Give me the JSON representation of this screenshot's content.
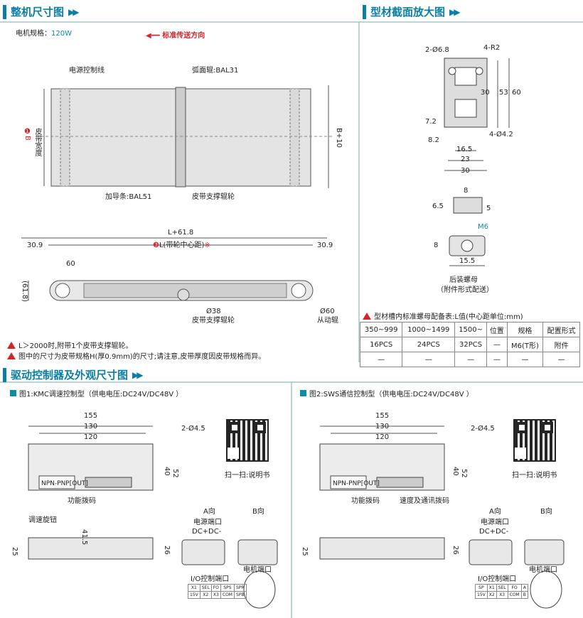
{
  "section1": {
    "title": "整机尺寸图",
    "motor_label": "电机规格：",
    "motor_value": "120W",
    "direction": "标准传送方向",
    "labels": {
      "power_line": "电源控制线",
      "arc_roller": "弧面辊:BAL31",
      "belt_width_num": "❶B",
      "belt_width": "皮带宽度",
      "b10": "B+10",
      "guide": "加导条:BAL51",
      "support_roller": "皮带支撑辊轮",
      "l618": "L+61.8",
      "left_309": "30.9",
      "right_309": "30.9",
      "center_num": "❸",
      "center": "L(带轮中心距)",
      "center_mark": "※",
      "d60": "60",
      "h618": "(61.8)",
      "d38": "Ø38",
      "support_roller2": "皮带支撑辊轮",
      "d60b": "Ø60",
      "driven": "从动辊"
    },
    "notes": [
      "L＞2000时,附带1个皮带支撑辊轮。",
      "图中的尺寸为皮带规格H(厚0.9mm)的尺寸;请注意,皮带厚度因皮带规格而异。"
    ]
  },
  "section2": {
    "title": "型材截面放大图",
    "labels": {
      "d68": "2-Ø6.8",
      "r2": "4-R2",
      "n72": "7.2",
      "n82": "8.2",
      "n30v": "30",
      "n53": "53",
      "n60": "60",
      "d42": "4-Ø4.2",
      "n165": "16.5",
      "n23": "23",
      "n30h": "30",
      "n8a": "8",
      "n65": "6.5",
      "n5": "5",
      "m6": "M6",
      "n8b": "8",
      "n155": "15.5",
      "nut": "后装螺母",
      "nut2": "（附件形式配送）"
    },
    "table_title": "型材槽内标准螺母配备表:L值(中心距单位:mm)",
    "table_header": [
      "350~999",
      "1000~1499",
      "1500~",
      "位置",
      "规格",
      "配置形式"
    ],
    "table_row1": [
      "16PCS",
      "24PCS",
      "32PCS",
      "—",
      "M6(T形)",
      "附件"
    ],
    "table_row2": [
      "—",
      "—",
      "—",
      "—",
      "—",
      "—"
    ]
  },
  "section3": {
    "title": "驱动控制器及外观尺寸图",
    "fig1": {
      "title": "图1:KMC调速控制型（供电电压:DC24V/DC48V ）",
      "d155": "155",
      "d130": "130",
      "d120": "120",
      "d45": "2-Ø4.5",
      "d40": "40",
      "d52": "52",
      "scan": "扫一扫:说明书",
      "dial": "功能拨码",
      "knob": "调速旋钮",
      "d25": "25",
      "d26": "26",
      "d415": "41.5",
      "a_dir": "A向",
      "b_dir": "B向",
      "power_port": "电源端口",
      "dc": "DC+DC-",
      "motor_port": "电机端口",
      "io": "I/O控制端口",
      "npn": "NPN-PNP[OUT]",
      "io_row1": [
        "X1",
        "SEL",
        "FO",
        "SPS",
        "SPR"
      ],
      "io_row2": [
        "15V",
        "X2",
        "X3",
        "COM",
        "SPB"
      ]
    },
    "fig2": {
      "title": "图2:SWS通信控制型（供电电压:DC24V/DC48V ）",
      "d155": "155",
      "d130": "130",
      "d120": "120",
      "d45": "2-Ø4.5",
      "d40": "40",
      "d52": "52",
      "scan": "扫一扫:说明书",
      "dial": "功能拨码",
      "speed": "速度及通讯拨码",
      "d25": "25",
      "d26": "26",
      "a_dir": "A向",
      "b_dir": "B向",
      "power_port": "电源端口",
      "dc": "DC+DC-",
      "motor_port": "电机端口",
      "io": "I/O控制端口",
      "npn": "NPN-PNP[OUT]",
      "io_row1": [
        "SP",
        "X1",
        "SEL",
        "FO",
        "A"
      ],
      "io_row2": [
        "15V",
        "X2",
        "X3",
        "COM",
        "B"
      ]
    }
  },
  "colors": {
    "accent": "#0a7fa3",
    "red": "#d5232a",
    "teal": "#0a8fa0"
  }
}
